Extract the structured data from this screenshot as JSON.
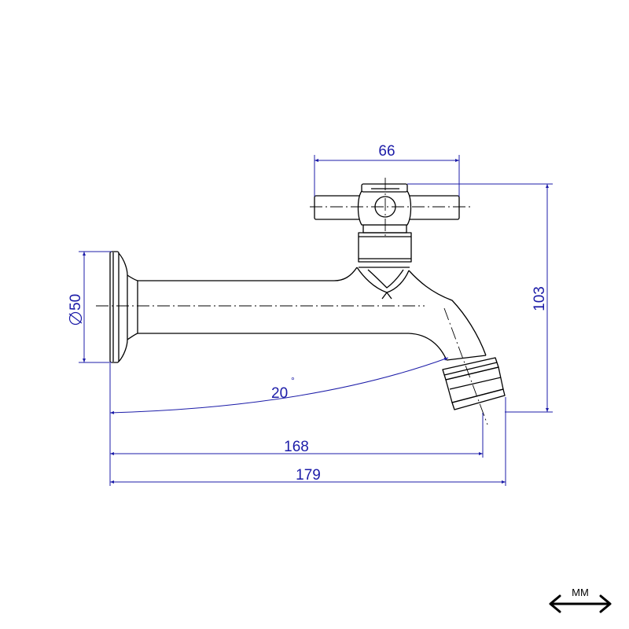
{
  "colors": {
    "part": "#000000",
    "dimension": "#1c1ca8",
    "background": "#ffffff"
  },
  "dimensions": {
    "handle_width": "66",
    "total_height": "103",
    "flange_diameter": "50",
    "angle": "20",
    "angle_unit": "°",
    "spout_length": "168",
    "total_length": "179"
  },
  "unit_badge": {
    "label": "MM",
    "icon": "double-arrow-icon"
  }
}
